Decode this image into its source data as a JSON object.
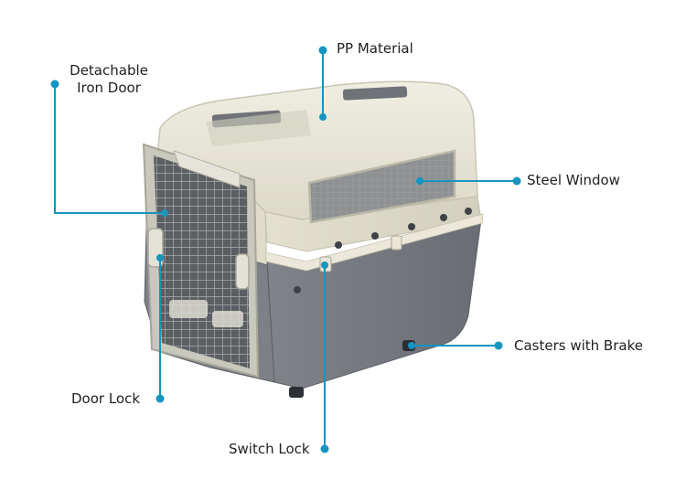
{
  "labels": {
    "pp_material": "PP Material",
    "detachable_iron_door_line1": "Detachable",
    "detachable_iron_door_line2": "Iron Door",
    "steel_window": "Steel Window",
    "casters_with_brake": "Casters with Brake",
    "door_lock": "Door Lock",
    "switch_lock": "Switch Lock"
  },
  "colors": {
    "accent": "#1595bf",
    "shell_top": "#e6e3d3",
    "shell_bottom": "#73777d",
    "door_frame": "#c9c8bd",
    "grille": "#a6a8aa",
    "background": "#ffffff"
  }
}
